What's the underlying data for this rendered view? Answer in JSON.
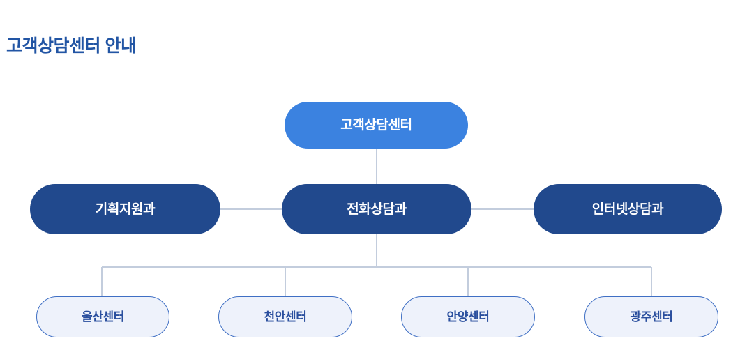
{
  "page": {
    "title": "고객상담센터 안내",
    "title_color": "#2255a4",
    "background_color": "#ffffff"
  },
  "colors": {
    "root_fill": "#3b82e0",
    "root_text": "#ffffff",
    "dept_fill": "#21498d",
    "dept_text": "#ffffff",
    "center_fill": "#eef2fb",
    "center_border": "#3f6fc4",
    "center_text": "#2a4f9e",
    "connector": "#c3cddd"
  },
  "chart_data": {
    "type": "diagram",
    "title": "고객상담센터 안내",
    "layout": "org-chart",
    "levels": [
      {
        "level": 1,
        "nodes": [
          {
            "id": "root",
            "label": "고객상담센터",
            "style": "root"
          }
        ]
      },
      {
        "level": 2,
        "nodes": [
          {
            "id": "planning",
            "label": "기획지원과",
            "style": "dept"
          },
          {
            "id": "phone",
            "label": "전화상담과",
            "style": "dept"
          },
          {
            "id": "internet",
            "label": "인터넷상담과",
            "style": "dept"
          }
        ]
      },
      {
        "level": 3,
        "nodes": [
          {
            "id": "ulsan",
            "label": "울산센터",
            "style": "center"
          },
          {
            "id": "cheonan",
            "label": "천안센터",
            "style": "center"
          },
          {
            "id": "anyang",
            "label": "안양센터",
            "style": "center"
          },
          {
            "id": "gwangju",
            "label": "광주센터",
            "style": "center"
          }
        ]
      }
    ],
    "edges": [
      {
        "from": "root",
        "to": "phone",
        "kind": "vertical"
      },
      {
        "from": "phone",
        "to": "planning",
        "kind": "horizontal"
      },
      {
        "from": "phone",
        "to": "internet",
        "kind": "horizontal"
      },
      {
        "from": "phone",
        "to": "ulsan",
        "kind": "bracket"
      },
      {
        "from": "phone",
        "to": "cheonan",
        "kind": "bracket"
      },
      {
        "from": "phone",
        "to": "anyang",
        "kind": "bracket"
      },
      {
        "from": "phone",
        "to": "gwangju",
        "kind": "bracket"
      }
    ]
  },
  "nodes": {
    "root": {
      "label": "고객상담센터"
    },
    "planning": {
      "label": "기획지원과"
    },
    "phone": {
      "label": "전화상담과"
    },
    "internet": {
      "label": "인터넷상담과"
    },
    "ulsan": {
      "label": "울산센터"
    },
    "cheonan": {
      "label": "천안센터"
    },
    "anyang": {
      "label": "안양센터"
    },
    "gwangju": {
      "label": "광주센터"
    }
  }
}
